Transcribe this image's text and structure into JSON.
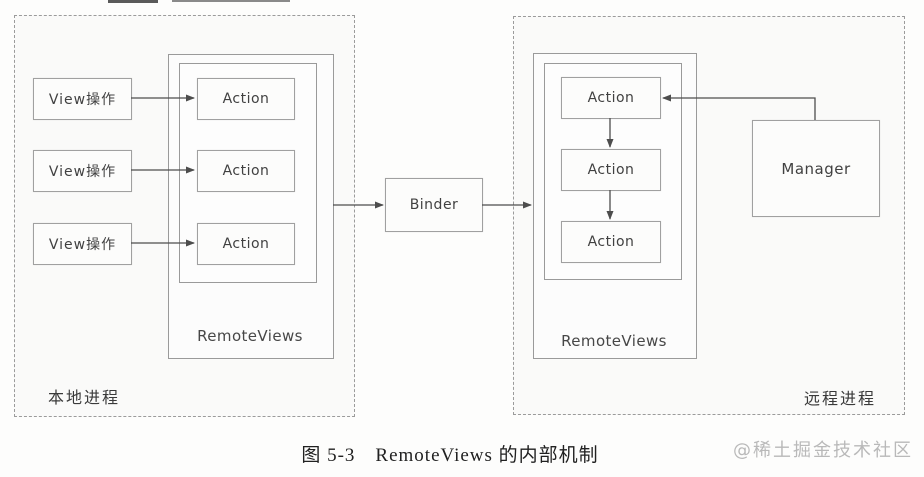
{
  "diagram": {
    "local_process": {
      "label": "本地进程",
      "view_ops": [
        "View操作",
        "View操作",
        "View操作"
      ],
      "remoteviews": {
        "label": "RemoteViews",
        "actions": [
          "Action",
          "Action",
          "Action"
        ]
      }
    },
    "binder_label": "Binder",
    "remote_process": {
      "label": "远程进程",
      "remoteviews": {
        "label": "RemoteViews",
        "actions": [
          "Action",
          "Action",
          "Action"
        ]
      },
      "manager_label": "Manager"
    }
  },
  "caption": {
    "figure_number": "图 5-3",
    "title": "RemoteViews 的内部机制"
  },
  "watermark": "@稀土掘金技术社区",
  "colors": {
    "box_border": "#9a9a9a",
    "dashed_border": "#9b9b9b",
    "arrow": "#4d4d4d",
    "text": "#3d3d3d",
    "caption_text": "#212121",
    "watermark_text": "#b9b9b9",
    "background": "#fdfdfc"
  }
}
